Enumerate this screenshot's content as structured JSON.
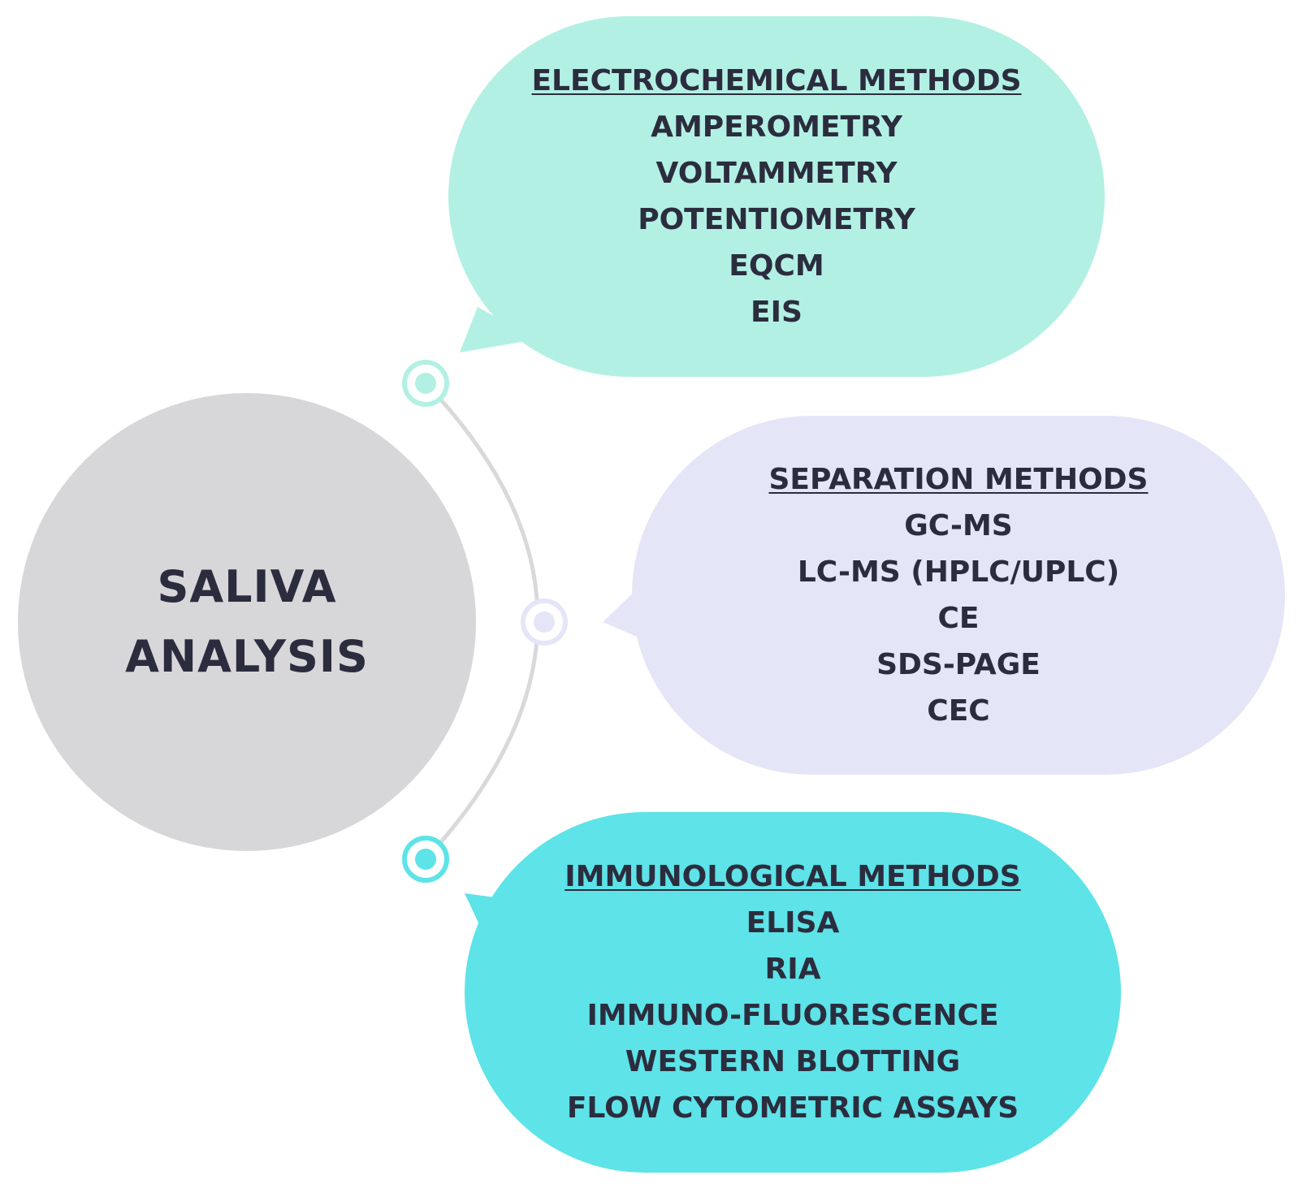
{
  "center": {
    "line1": "SALIVA",
    "line2": "ANALYSIS"
  },
  "categories": [
    {
      "title": "ELECTROCHEMICAL METHODS",
      "items": [
        "AMPEROMETRY",
        "VOLTAMMETRY",
        "POTENTIOMETRY",
        "EQCM",
        "EIS"
      ]
    },
    {
      "title": "SEPARATION METHODS",
      "items": [
        "GC-MS",
        "LC-MS (HPLC/UPLC)",
        "CE",
        "SDS-PAGE",
        "CEC"
      ]
    },
    {
      "title": "IMMUNOLOGICAL METHODS",
      "items": [
        "ELISA",
        "RIA",
        "IMMUNO-FLUORESCENCE",
        "WESTERN BLOTTING",
        "FLOW CYTOMETRIC ASSAYS"
      ]
    }
  ],
  "colors": {
    "center_fill": "#d7d7d9",
    "text": "#2b2d3e",
    "connector_line": "#d9d9dc",
    "electrochemical_fill": "#b3f0e4",
    "separation_fill": "#e4e5f7",
    "immunological_fill": "#5de3e8"
  }
}
